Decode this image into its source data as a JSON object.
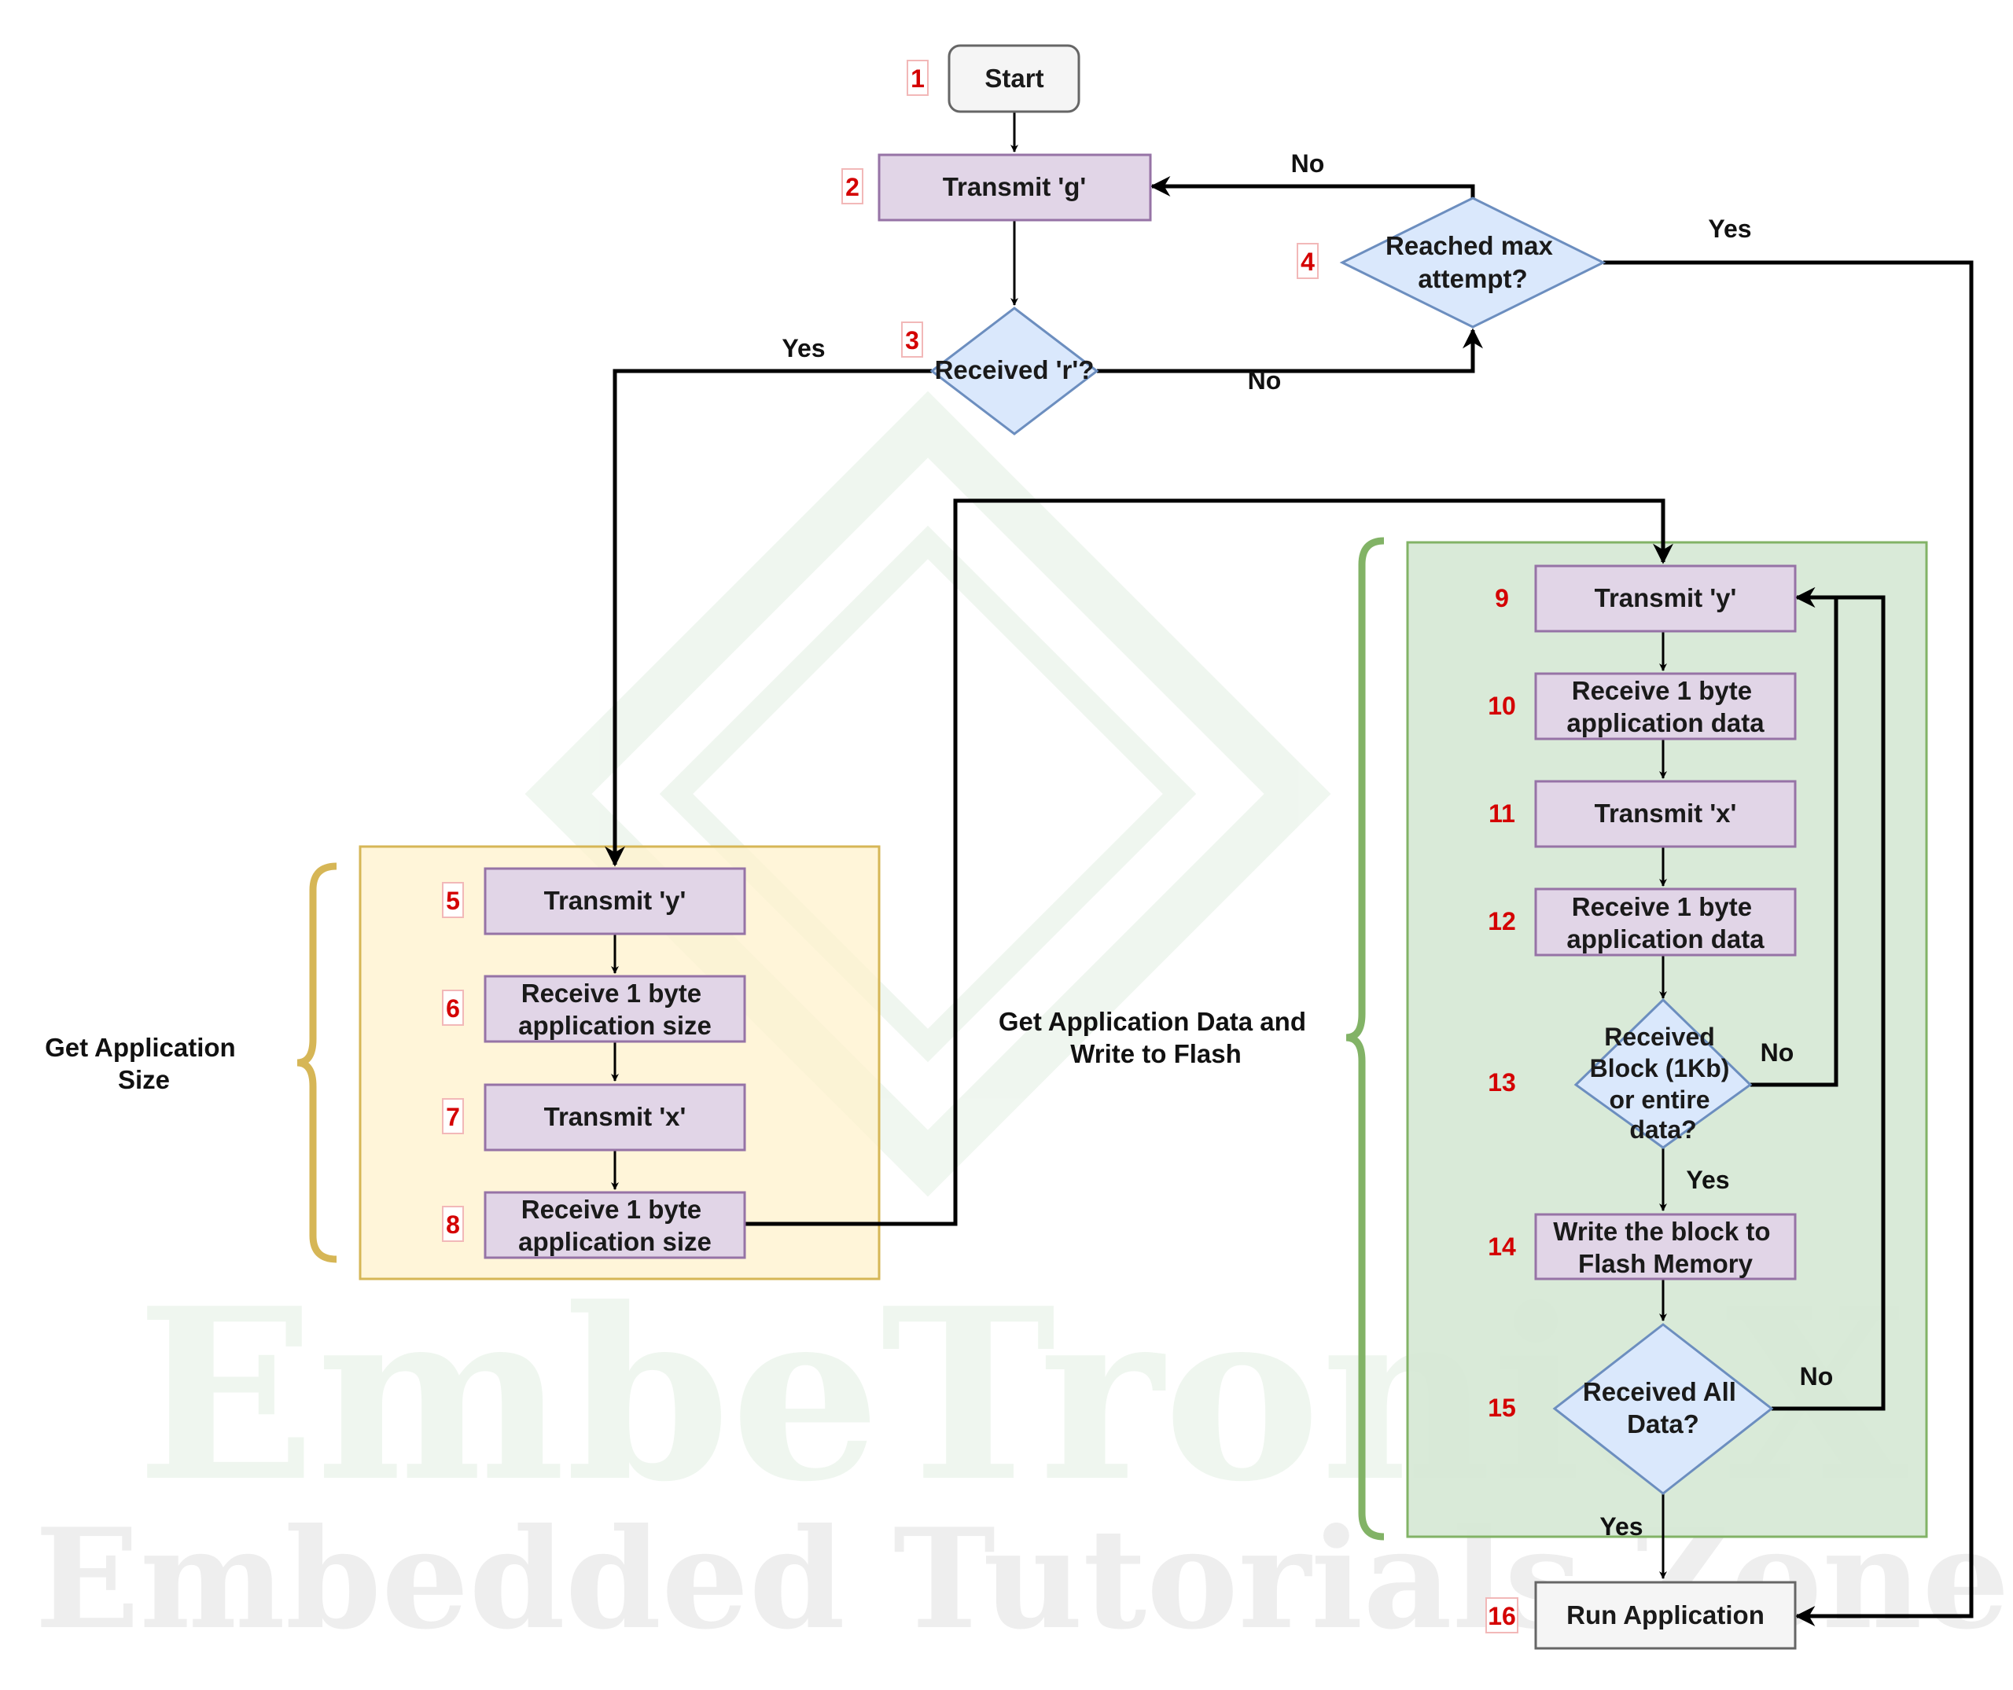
{
  "watermark": {
    "line1": "EmbeTronicX",
    "line2": "Embedded Tutorials Zone"
  },
  "steps": [
    {
      "num": "1",
      "text": [
        "Start"
      ]
    },
    {
      "num": "2",
      "text": [
        "Transmit 'g'"
      ]
    },
    {
      "num": "3",
      "text": [
        "Received 'r'?"
      ]
    },
    {
      "num": "4",
      "text": [
        "Reached max",
        "attempt?"
      ]
    },
    {
      "num": "5",
      "text": [
        "Transmit 'y'"
      ]
    },
    {
      "num": "6",
      "text": [
        "Receive 1 byte",
        "application size"
      ]
    },
    {
      "num": "7",
      "text": [
        "Transmit 'x'"
      ]
    },
    {
      "num": "8",
      "text": [
        "Receive 1 byte",
        "application size"
      ]
    },
    {
      "num": "9",
      "text": [
        "Transmit 'y'"
      ]
    },
    {
      "num": "10",
      "text": [
        "Receive 1 byte",
        "application data"
      ]
    },
    {
      "num": "11",
      "text": [
        "Transmit 'x'"
      ]
    },
    {
      "num": "12",
      "text": [
        "Receive 1 byte",
        "application data"
      ]
    },
    {
      "num": "13",
      "text": [
        "Received",
        "Block (1Kb)",
        "or entire",
        "data?"
      ]
    },
    {
      "num": "14",
      "text": [
        "Write the block to",
        "Flash Memory"
      ]
    },
    {
      "num": "15",
      "text": [
        "Received All",
        "Data?"
      ]
    },
    {
      "num": "16",
      "text": [
        "Run Application"
      ]
    }
  ],
  "groups": [
    {
      "id": "size",
      "label": [
        "Get Application",
        "Size"
      ]
    },
    {
      "id": "data",
      "label": [
        "Get Application Data and",
        "Write to Flash"
      ]
    }
  ],
  "edge_labels": {
    "d3_no": "No",
    "d3_yes": "Yes",
    "d4_no": "No",
    "d4_yes": "Yes",
    "d13_no": "No",
    "d13_yes": "Yes",
    "d15_no": "No",
    "d15_yes": "Yes"
  },
  "colors": {
    "process_fill": "#e1d5e7",
    "process_stroke": "#9673a6",
    "decision_fill": "#dae8fc",
    "decision_stroke": "#6c8ebf",
    "start_fill": "#f5f5f5",
    "start_stroke": "#666666",
    "yellow_group_fill": "#fff2cc",
    "yellow_group_stroke": "#d6b656",
    "green_group_fill": "#d5e8d4",
    "green_group_stroke": "#82b366",
    "step_number": "#d40000"
  }
}
